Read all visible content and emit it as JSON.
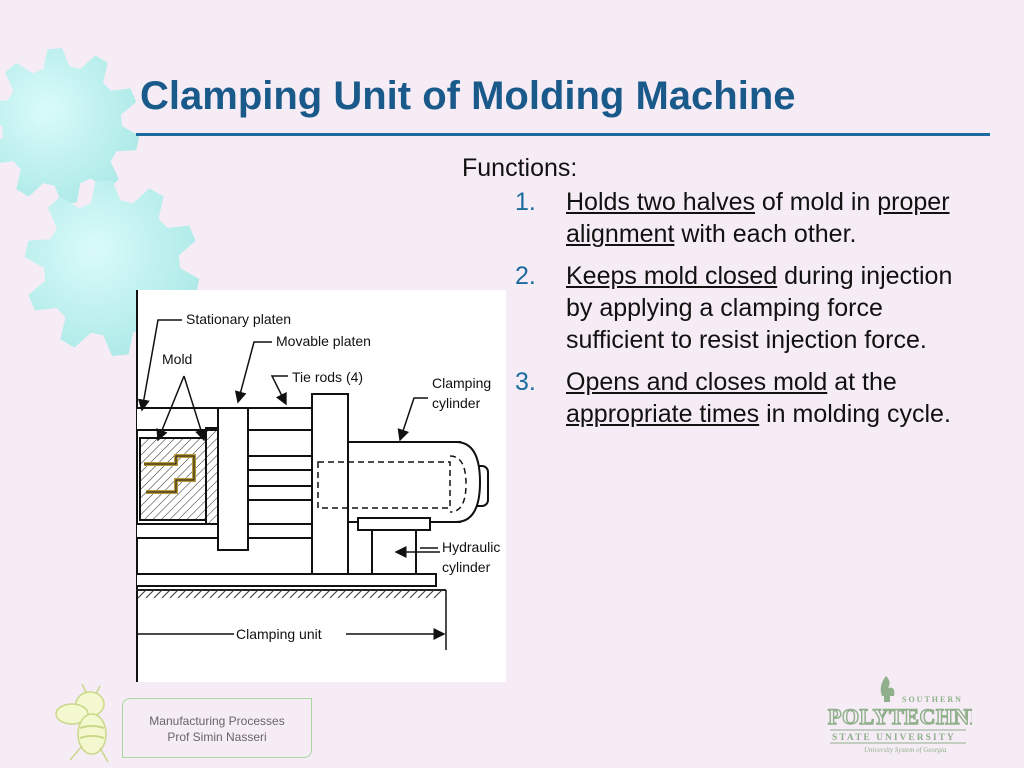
{
  "slide": {
    "title": "Clamping Unit of Molding Machine",
    "heading": "Functions:",
    "items": [
      {
        "num": "1.",
        "parts": [
          {
            "text": "Holds two halves",
            "u": true
          },
          {
            "text": " of mold in ",
            "u": false
          },
          {
            "text": "proper alignment",
            "u": true
          },
          {
            "text": " with each other.",
            "u": false
          }
        ]
      },
      {
        "num": "2.",
        "parts": [
          {
            "text": "Keeps mold closed",
            "u": true
          },
          {
            "text": " during injection by applying a clamping force sufficient to resist injection force.",
            "u": false
          }
        ]
      },
      {
        "num": "3.",
        "parts": [
          {
            "text": "Opens and closes mold",
            "u": true
          },
          {
            "text": " at the ",
            "u": false
          },
          {
            "text": "appropriate times",
            "u": true
          },
          {
            "text": " in molding cycle.",
            "u": false
          }
        ]
      }
    ]
  },
  "diagram": {
    "labels": {
      "stationary_platen": "Stationary platen",
      "mold": "Mold",
      "movable_platen": "Movable platen",
      "tie_rods": "Tie rods (4)",
      "clamping_cylinder_1": "Clamping",
      "clamping_cylinder_2": "cylinder",
      "hydraulic_cylinder_1": "Hydraulic",
      "hydraulic_cylinder_2": "cylinder",
      "clamping_unit": "Clamping unit"
    }
  },
  "footer": {
    "line1": "Manufacturing Processes",
    "line2": "Prof Simin Nasseri"
  },
  "logo": {
    "southern": "SOUTHERN",
    "name": "POLYTECHNIC",
    "sub": "STATE UNIVERSITY",
    "system": "University System of Georgia"
  },
  "colors": {
    "title": "#1a5a8a",
    "accent": "#1d6b9e",
    "background": "#f6ecf6",
    "gear": "#b9efee",
    "logo_green": "#8fb08a"
  }
}
